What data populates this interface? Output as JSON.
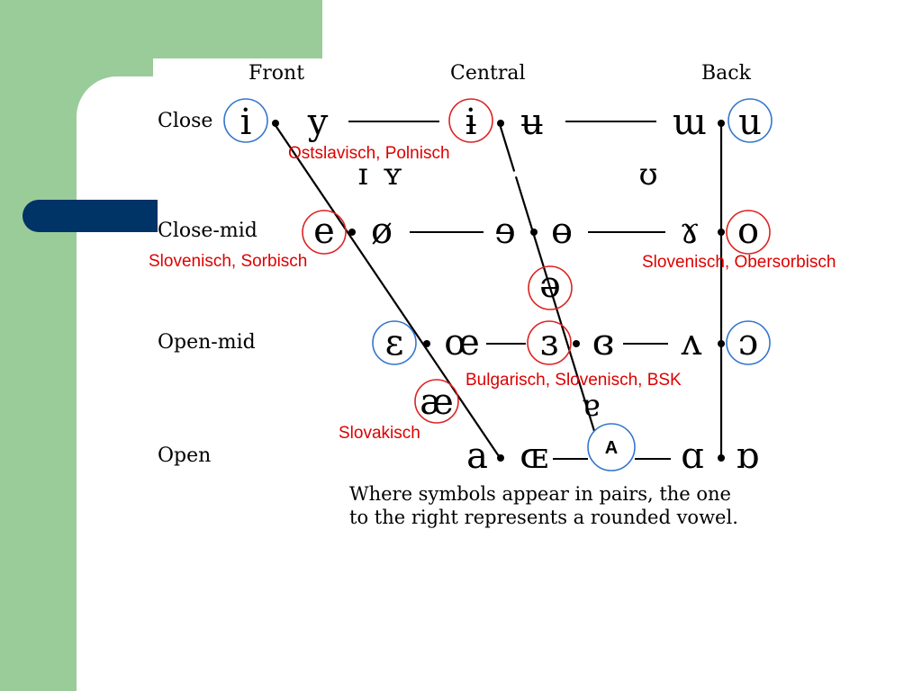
{
  "columns": {
    "front": "Front",
    "central": "Central",
    "back": "Back"
  },
  "rows": {
    "close": "Close",
    "close_mid": "Close-mid",
    "open_mid": "Open-mid",
    "open": "Open"
  },
  "vowels": {
    "close_front_unrounded": "i",
    "close_front_rounded": "y",
    "close_central_unrounded": "ɨ",
    "close_central_rounded": "ʉ",
    "close_back_unrounded": "ɯ",
    "close_back_rounded": "u",
    "near_close_front_unrounded": "ɪ",
    "near_close_front_rounded": "ʏ",
    "near_close_back_rounded": "ʊ",
    "close_mid_front_unrounded": "e",
    "close_mid_front_rounded": "ø",
    "close_mid_central_unrounded": "ɘ",
    "close_mid_central_rounded": "ɵ",
    "close_mid_back_unrounded": "ɤ",
    "close_mid_back_rounded": "o",
    "mid_central": "ə",
    "open_mid_front_unrounded": "ɛ",
    "open_mid_front_rounded": "œ",
    "open_mid_central_unrounded": "ɜ",
    "open_mid_central_rounded": "ɞ",
    "open_mid_back_unrounded": "ʌ",
    "open_mid_back_rounded": "ɔ",
    "near_open_front_unrounded": "æ",
    "near_open_central": "ɐ",
    "open_front_unrounded": "a",
    "open_front_rounded": "ɶ",
    "open_back_unrounded": "ɑ",
    "open_back_rounded": "ɒ"
  },
  "annotations": {
    "ostslavisch": "Ostslavisch, Polnisch",
    "slovenisch_sorbisch": "Slovenisch, Sorbisch",
    "slovenisch_obersorbisch": "Slovenisch, Obersorbisch",
    "bulgarisch": "Bulgarisch, Slovenisch, BSK",
    "slovakisch": "Slovakisch"
  },
  "box_label": "A",
  "note": {
    "line1": "Where symbols appear in pairs, the one",
    "line2": "to the right represents a rounded vowel."
  },
  "colors": {
    "sidebar_green": "#99cc99",
    "accent_navy": "#003366",
    "annotation_red": "#dd0000",
    "ring_blue": "#3377cc"
  }
}
